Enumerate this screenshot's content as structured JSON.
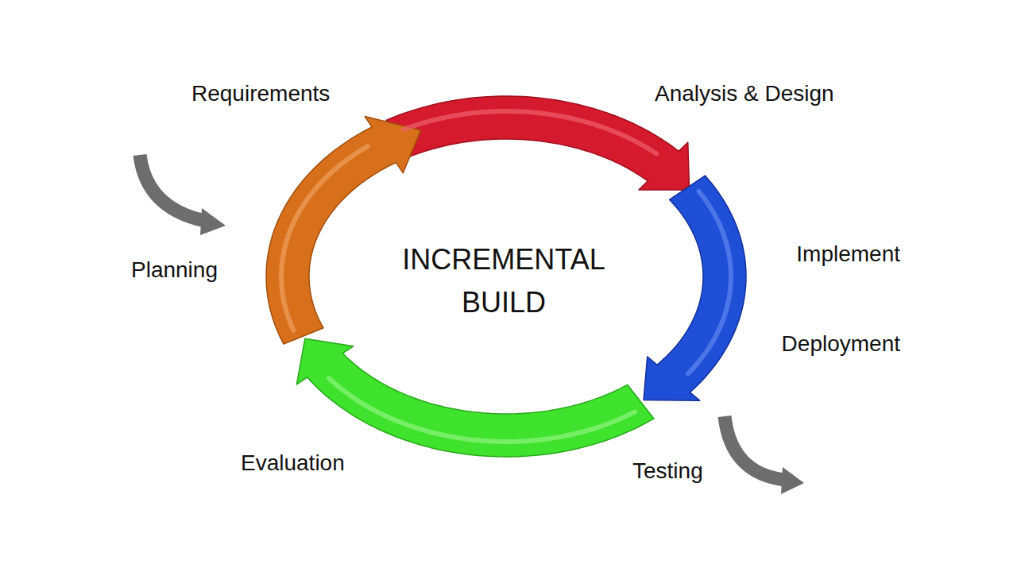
{
  "diagram": {
    "labels": [
      "Requirements",
      "Analysis & Design",
      "Implement",
      "Deployment",
      "Testing",
      "Evaluation",
      "Planning",
      "INCREMENTAL BUILD"
    ]
  }
}
